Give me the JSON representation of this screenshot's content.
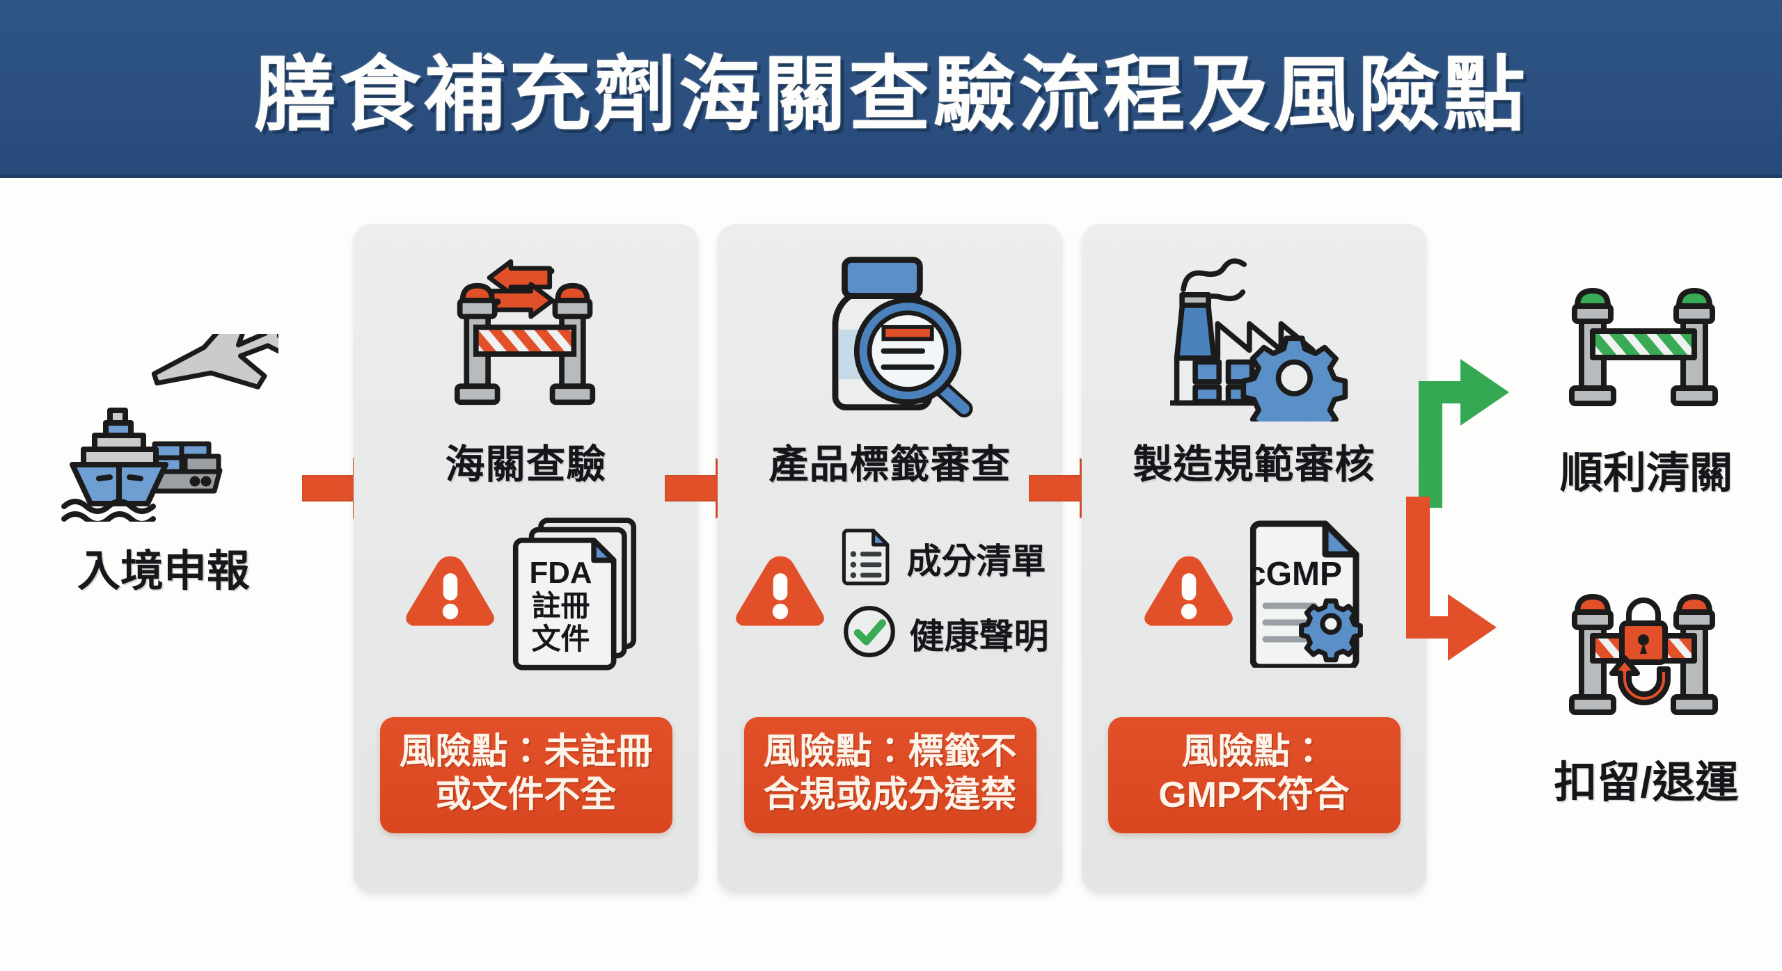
{
  "header": {
    "title": "膳食補充劑海關查驗流程及風險點",
    "band_color": "#2b5080",
    "title_color": "#fdfdfb"
  },
  "page": {
    "background_color": "#fdfdfb",
    "accent_orange": "#d9461f",
    "accent_green": "#34a853",
    "accent_blue": "#5b8fc7",
    "card_background": "#e8e9e9"
  },
  "entry": {
    "label": "入境申報",
    "icon": "ship-plane-cargo-icon"
  },
  "arrows": {
    "entry_to_step1": "arrow-right-icon",
    "step1_to_step2": "arrow-right-icon",
    "step2_to_step3": "arrow-right-icon",
    "branch_pass": "elbow-arrow-up-right-icon",
    "branch_hold": "elbow-arrow-down-right-icon"
  },
  "steps": [
    {
      "id": "customs-inspection",
      "title": "海關查驗",
      "icon": "barrier-gate-exchange-icon",
      "details": [
        {
          "icon": "warning-triangle-icon",
          "label": ""
        },
        {
          "icon": "document-stack-icon",
          "label": "FDA 註冊 文件",
          "doc_lines": [
            "FDA",
            "註冊",
            "文件"
          ]
        }
      ],
      "risk": {
        "lines": [
          "風險點：未註冊",
          "或文件不全"
        ]
      }
    },
    {
      "id": "label-review",
      "title": "產品標籤審查",
      "icon": "bottle-magnifier-icon",
      "details": [
        {
          "icon": "warning-triangle-icon",
          "label": ""
        },
        {
          "icon": "list-document-icon",
          "label": "成分清單"
        },
        {
          "icon": "check-circle-icon",
          "label": "健康聲明"
        }
      ],
      "risk": {
        "lines": [
          "風險點：標籤不",
          "合規或成分違禁"
        ]
      }
    },
    {
      "id": "gmp-audit",
      "title": "製造規範審核",
      "icon": "factory-gear-icon",
      "details": [
        {
          "icon": "warning-triangle-icon",
          "label": ""
        },
        {
          "icon": "cgmp-document-icon",
          "label": "cGMP"
        }
      ],
      "risk": {
        "lines": [
          "風險點：",
          "GMP不符合"
        ]
      }
    }
  ],
  "outcomes": [
    {
      "id": "pass",
      "label": "順利清關",
      "icon": "green-open-barrier-icon",
      "color": "#34a853"
    },
    {
      "id": "hold",
      "label": "扣留/退運",
      "icon": "locked-barrier-return-icon",
      "color": "#d9461f"
    }
  ],
  "doc_labels": {
    "fda_line1": "FDA",
    "fda_line2": "註冊",
    "fda_line3": "文件",
    "cgmp": "cGMP"
  }
}
